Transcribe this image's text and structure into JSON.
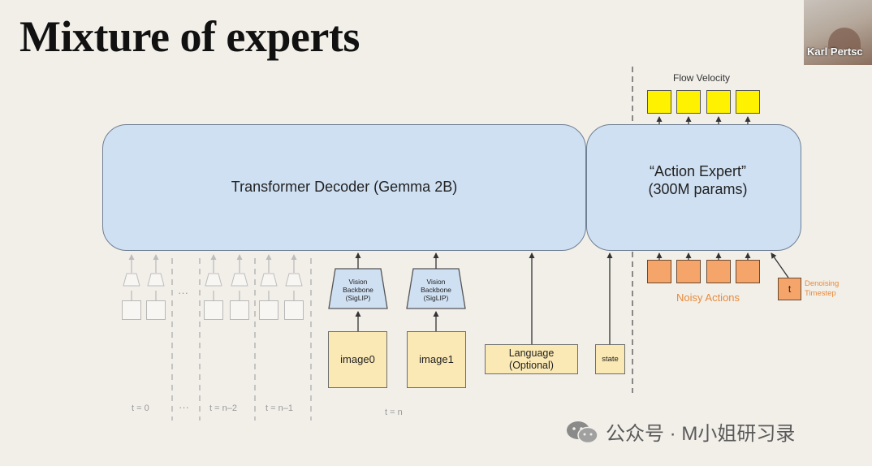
{
  "title": "Mixture of experts",
  "transformer": {
    "label": "Transformer Decoder (Gemma 2B)"
  },
  "action_expert": {
    "line1": "“Action Expert”",
    "line2": "(300M params)"
  },
  "flow_velocity": {
    "label": "Flow Velocity"
  },
  "noisy_actions": {
    "label": "Noisy Actions"
  },
  "denoising": {
    "label_line1": "Denoising",
    "label_line2": "Timestep",
    "box": "t"
  },
  "vision_backbone": {
    "line1": "Vision",
    "line2": "Backbone",
    "line3": "(SigLIP)"
  },
  "inputs": {
    "image0": "image0",
    "image1": "image1",
    "language_line1": "Language",
    "language_line2": "(Optional)",
    "state": "state"
  },
  "time_labels": {
    "t0": "t = 0",
    "dots": "···",
    "tn2": "t = n–2",
    "tn1": "t = n–1",
    "tn": "t = n"
  },
  "webcam": {
    "name": "Karl Pertsc"
  },
  "watermark": {
    "text": "公众号 · M小姐研习录"
  },
  "colors": {
    "transformer_fill": "#cfe0f3",
    "flow_velocity_fill": "#fff200",
    "noisy_actions_fill": "#f5a46a",
    "noisy_actions_text": "#e88a3a",
    "input_fill": "#fbe9b5",
    "background": "#f2efe9"
  }
}
